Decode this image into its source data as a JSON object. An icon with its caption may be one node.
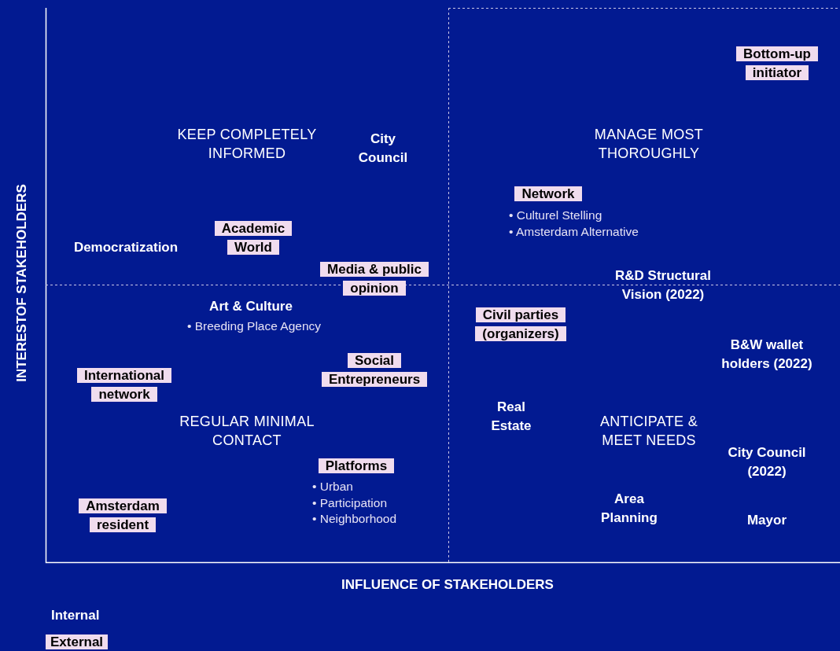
{
  "diagram": {
    "nodes": [
      {
        "text": [
          "Bottom-up initiator"
        ]
      },
      {
        "text": [
          "Network"
        ],
        "beside": [
          "• Culturel Stelling",
          "• Amsterdam Alternative"
        ]
      },
      {
        "text": [
          "Academic World"
        ]
      },
      {
        "text": [
          "Media & public opinion"
        ]
      },
      {
        "text": [
          "Civil parties (organizers)"
        ]
      },
      {
        "text": [
          "International network"
        ]
      },
      {
        "text": [
          "Social Entrepreneurs"
        ]
      },
      {
        "text": [
          "Platforms"
        ],
        "beside": [
          "• Urban",
          "• Participation",
          "• Neighborhood"
        ]
      },
      {
        "text": [
          "Amsterdam resident"
        ]
      }
    ],
    "labels": [
      "KEEP COMPLETELY INFORMED",
      "City Council",
      "MANAGE MOST THOROUGHLY",
      "Democratization",
      "R&D Structural Vision (2022)",
      "Art & Culture",
      "• Breeding Place Agency",
      "B&W wallet holders (2022)",
      "Real Estate",
      "REGULAR MINIMAL CONTACT",
      "ANTICIPATE & MEET NEEDS",
      "City Council (2022)",
      "Area Planning",
      "Mayor",
      "INFLUENCE OF STAKEHOLDERS",
      "INTERESTOF STAKEHOLDERS"
    ],
    "legend": [
      {
        "text": "Internal"
      },
      {
        "text": "External",
        "color": "#f0dcee"
      }
    ]
  }
}
